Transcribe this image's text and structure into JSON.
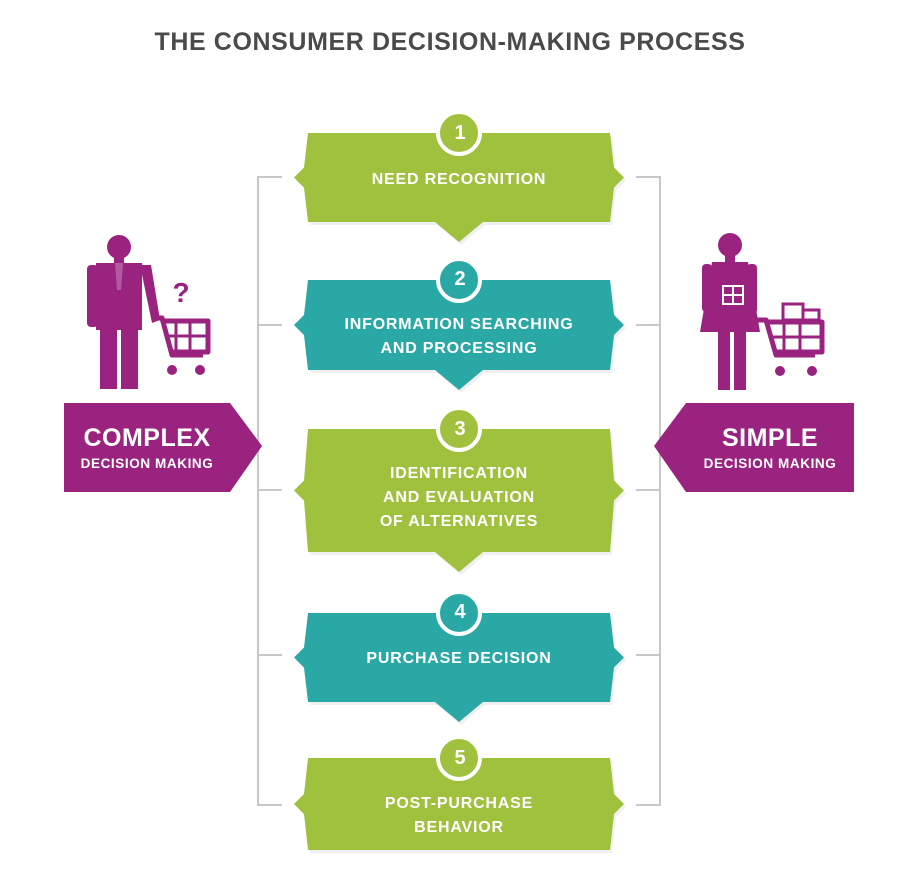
{
  "title": "THE CONSUMER DECISION-MAKING PROCESS",
  "steps": [
    {
      "number": "1",
      "label_lines": [
        "NEED RECOGNITION"
      ],
      "color": "#9fc13d"
    },
    {
      "number": "2",
      "label_lines": [
        "INFORMATION SEARCHING",
        "AND PROCESSING"
      ],
      "color": "#2aa8a6"
    },
    {
      "number": "3",
      "label_lines": [
        "IDENTIFICATION",
        "AND EVALUATION",
        "OF ALTERNATIVES"
      ],
      "color": "#9fc13d"
    },
    {
      "number": "4",
      "label_lines": [
        "PURCHASE DECISION"
      ],
      "color": "#2aa8a6"
    },
    {
      "number": "5",
      "label_lines": [
        "POST-PURCHASE",
        "BEHAVIOR"
      ],
      "color": "#9fc13d"
    }
  ],
  "left": {
    "main": "COMPLEX",
    "sub": "DECISION MAKING",
    "figure_icon": "man-with-cart-question-icon"
  },
  "right": {
    "main": "SIMPLE",
    "sub": "DECISION MAKING",
    "figure_icon": "woman-with-full-cart-icon"
  },
  "colors": {
    "accent": "#9a237f",
    "green": "#9fc13d",
    "teal": "#2aa8a6",
    "bracket": "#c8c8c8",
    "title": "#4a4a4a"
  }
}
